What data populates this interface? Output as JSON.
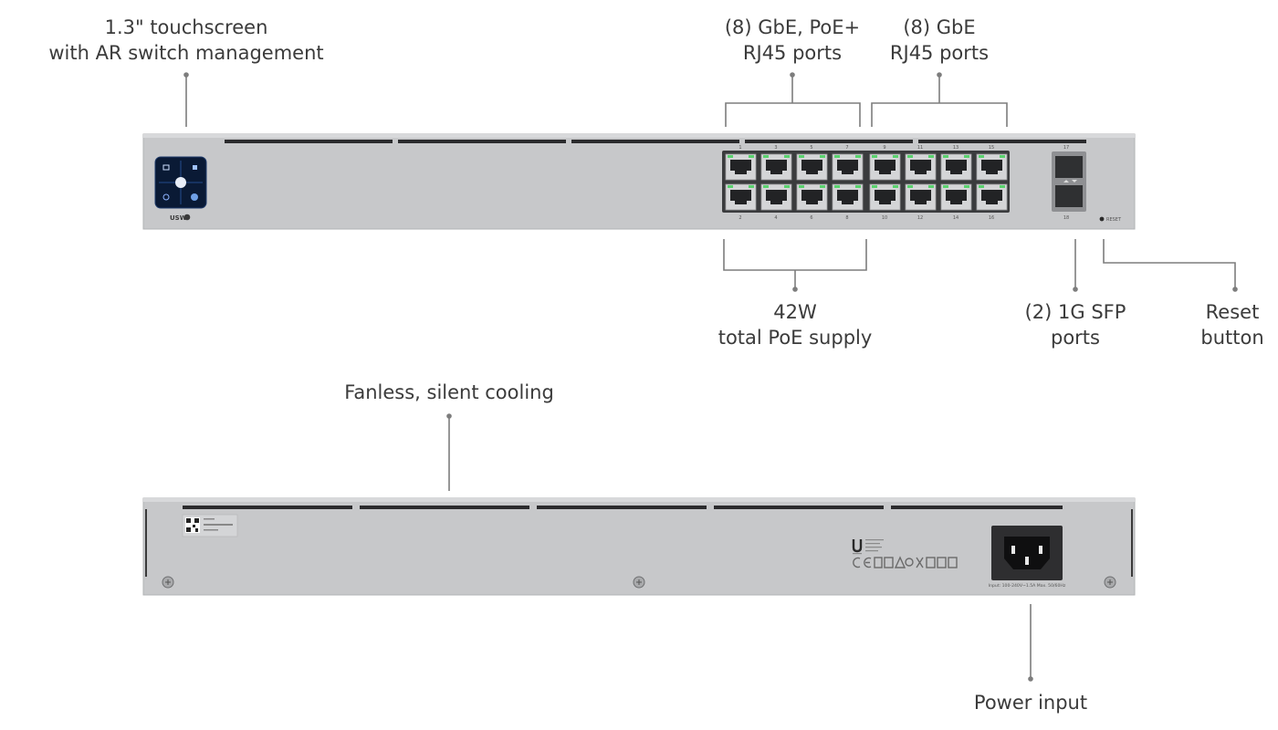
{
  "callouts": {
    "touchscreen": {
      "line1": "1.3\" touchscreen",
      "line2": "with AR switch management"
    },
    "poe_ports": {
      "line1": "(8) GbE, PoE+",
      "line2": "RJ45 ports"
    },
    "gbe_ports": {
      "line1": "(8) GbE",
      "line2": "RJ45 ports"
    },
    "poe_supply": {
      "line1": "42W",
      "line2": "total PoE supply"
    },
    "sfp_ports": {
      "line1": "(2) 1G SFP",
      "line2": "ports"
    },
    "reset": {
      "line1": "Reset",
      "line2": "button"
    },
    "cooling": {
      "line1": "Fanless, silent cooling"
    },
    "power": {
      "line1": "Power input"
    }
  },
  "front_panel": {
    "brand_label": "USW",
    "port_numbers_top": [
      "1",
      "3",
      "5",
      "7",
      "9",
      "11",
      "13",
      "15"
    ],
    "port_numbers_bottom": [
      "2",
      "4",
      "6",
      "8",
      "10",
      "12",
      "14",
      "16"
    ],
    "sfp_top_label": "17",
    "sfp_bottom_label": "18",
    "reset_label": "RESET"
  },
  "rear_panel": {
    "power_rating": "Input: 100-240V~1.5A Max. 50/60Hz"
  },
  "colors": {
    "chassis": "#c6c7c9",
    "chassis_edge": "#b3b4b6",
    "vent": "#2a2a2c",
    "port_led": "#5ad26e",
    "screen": "#0b1a33",
    "leader_line": "#7d7d7d"
  }
}
